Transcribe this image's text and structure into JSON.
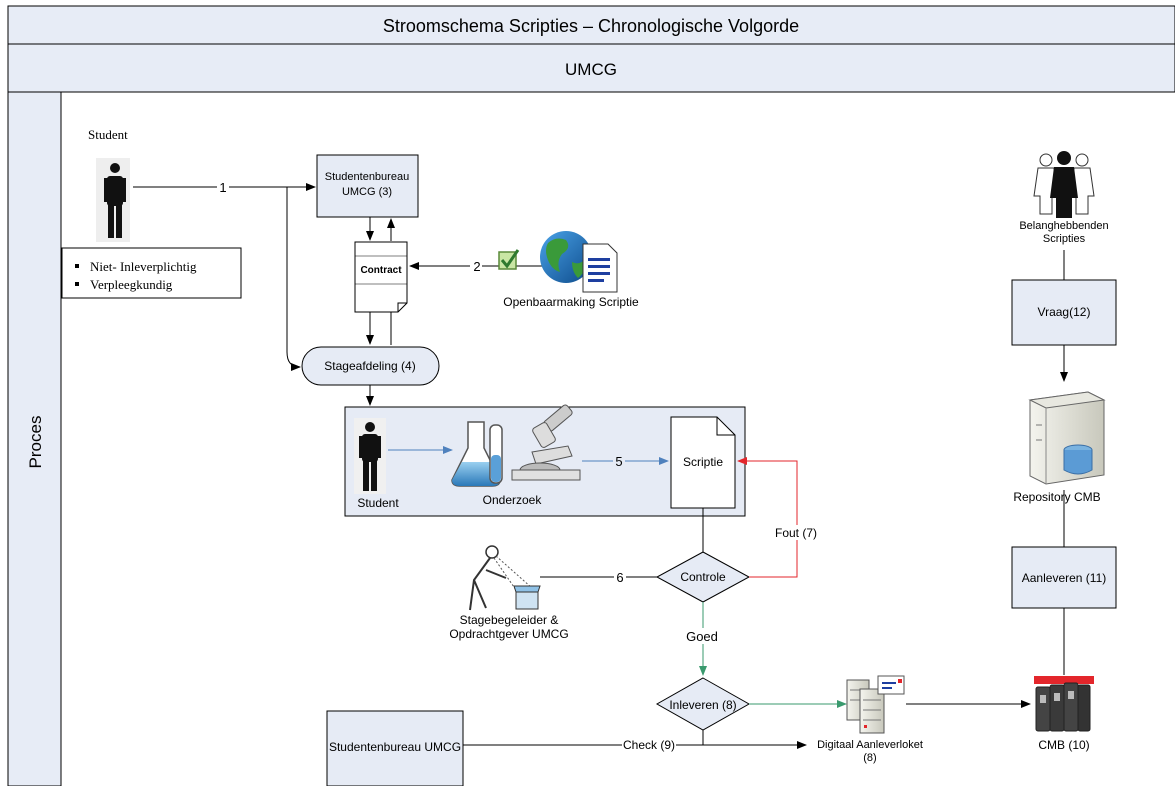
{
  "header": {
    "title": "Stroomschema Scripties – Chronologische Volgorde",
    "organization": "UMCG",
    "lane_label": "Proces"
  },
  "student_actor": {
    "label": "Student",
    "notes": [
      "Niet- Inleverplichtig",
      "Verpleegkundig"
    ]
  },
  "nodes": {
    "studentenbureau_line1": "Studentenbureau",
    "studentenbureau_line2": "UMCG (3)",
    "contract": "Contract",
    "openbaarmaking": "Openbaarmaking Scriptie",
    "stageafdeling": "Stageafdeling (4)",
    "research_student": "Student",
    "onderzoek": "Onderzoek",
    "scriptie": "Scriptie",
    "controle": "Controle",
    "begeleider_line1": "Stagebegeleider &",
    "begeleider_line2": "Opdrachtgever UMCG",
    "inleveren": "Inleveren (8)",
    "studentenbureau_bottom": "Studentenbureau UMCG",
    "aanleverloket_line1": "Digitaal Aanleverloket",
    "aanleverloket_line2": "(8)",
    "cmb": "CMB (10)",
    "aanleveren": "Aanleveren (11)",
    "repository": "Repository CMB",
    "vraag": "Vraag(12)",
    "stakeholders_line1": "Belanghebbenden",
    "stakeholders_line2": "Scripties"
  },
  "edge_labels": {
    "step1": "1",
    "step2": "2",
    "step5": "5",
    "step6": "6",
    "fout": "Fout (7)",
    "goed": "Goed",
    "check": "Check (9)"
  },
  "colors": {
    "title_fill": "#e7ecf6",
    "node_fill": "#e6ebf5",
    "blue_arrow": "#4f81bd",
    "red_arrow": "#e3262b",
    "green_arrow": "#3a9a6e",
    "cmb_cap": "#e3262b"
  }
}
